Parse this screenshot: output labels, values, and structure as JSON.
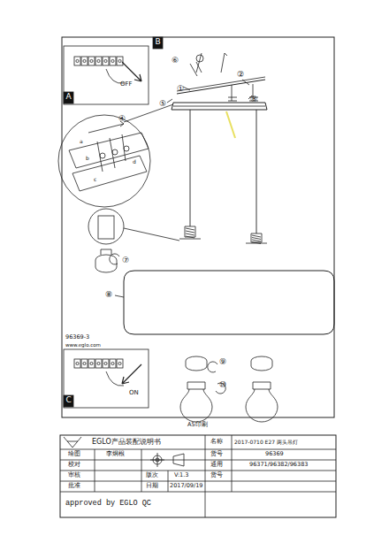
{
  "diagram": {
    "labels": [
      "A",
      "OFF",
      "B",
      "①",
      "②",
      "③",
      "④",
      "⑤",
      "⑥",
      "a",
      "b",
      "c",
      "d",
      "⑦",
      "⑧",
      "96369-3",
      "www.eglo.com",
      "C",
      "ON",
      "⑨",
      "⑩",
      "A5印刷",
      "EGLO产品装配说明书",
      "名称",
      "2017-0710 E27 两头吊灯",
      "绘图",
      "李炯根",
      "货号",
      "96369",
      "校对",
      "通用",
      "96371/96382/96383",
      "审核",
      "版次",
      "V:1.3",
      "货号",
      "批准",
      "日期",
      "2017/09/19",
      "approved by EGLO QC"
    ]
  }
}
